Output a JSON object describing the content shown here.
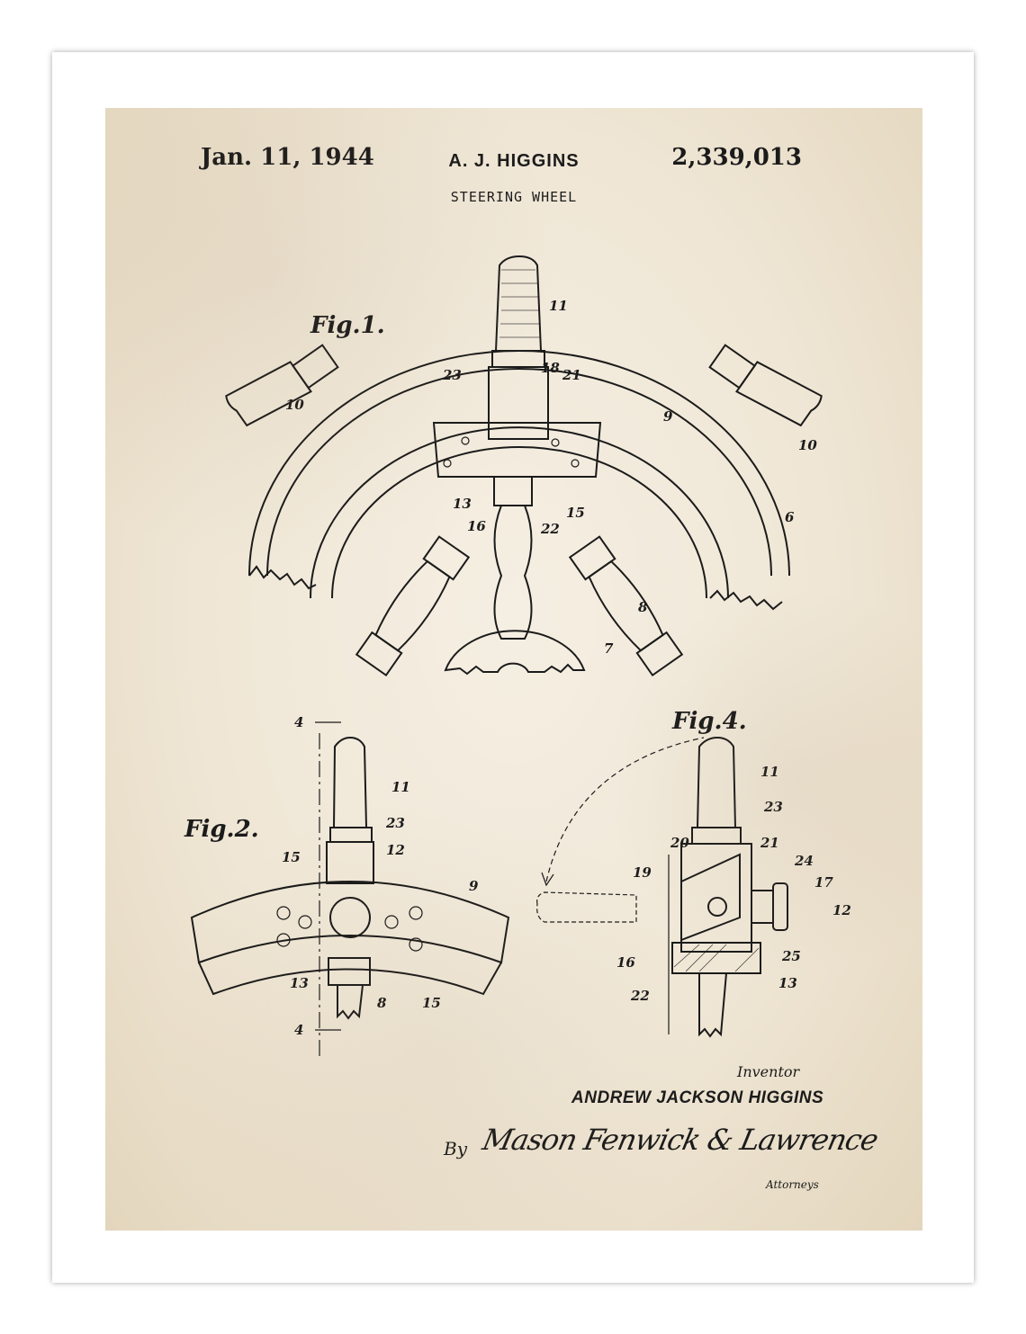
{
  "header": {
    "date": "Jan. 11, 1944",
    "inventor_short": "A. J. HIGGINS",
    "patent_number": "2,339,013",
    "title": "STEERING WHEEL"
  },
  "figures": {
    "fig1": "Fig.1.",
    "fig2": "Fig.2.",
    "fig4": "Fig.4."
  },
  "references": {
    "fig1": [
      "11",
      "23",
      "18",
      "21",
      "10",
      "9",
      "10",
      "13",
      "16",
      "22",
      "15",
      "6",
      "8",
      "7"
    ],
    "fig2": [
      "4",
      "11",
      "23",
      "15",
      "12",
      "9",
      "13",
      "8",
      "15",
      "4"
    ],
    "fig4": [
      "11",
      "23",
      "20",
      "21",
      "24",
      "19",
      "17",
      "12",
      "16",
      "25",
      "22",
      "13"
    ]
  },
  "footer": {
    "inventor_caption": "Inventor",
    "inventor_name": "ANDREW JACKSON HIGGINS",
    "by": "By",
    "signature": "Mason Fenwick & Lawrence",
    "attorneys": "Attorneys"
  },
  "colors": {
    "paper": "#efe6d5",
    "ink": "#1b1b1b",
    "mat": "#ffffff"
  }
}
